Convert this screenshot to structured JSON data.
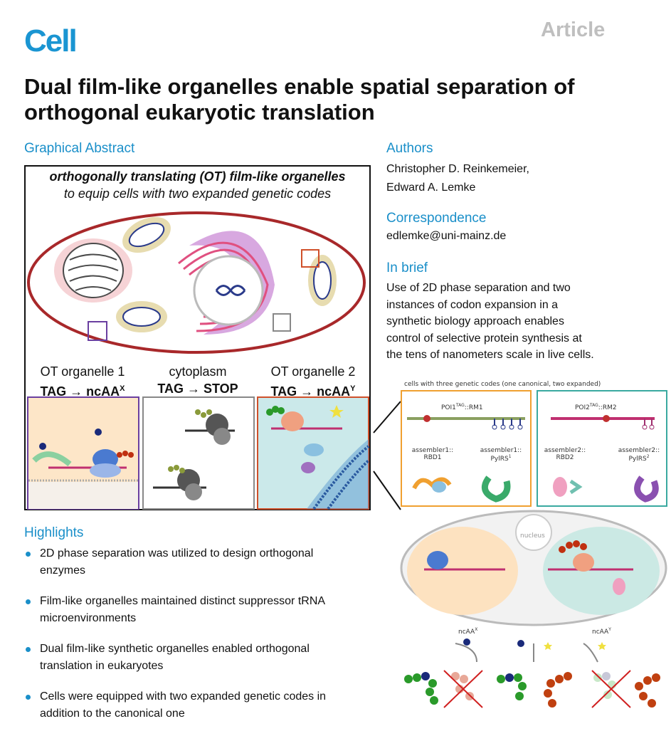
{
  "journal": "Cell",
  "article_type": "Article",
  "title": "Dual film-like organelles enable spatial separation of orthogonal eukaryotic translation",
  "graphical_abstract": {
    "heading": "Graphical Abstract",
    "line1": "orthogonally translating (OT) film-like organelles",
    "line2": "to equip cells with two expanded genetic codes",
    "col1_top": "OT organelle 1",
    "col1_bottom": "TAG → ncAA",
    "col1_sup": "X",
    "col2_top": "cytoplasm",
    "col2_bottom": "TAG → STOP",
    "col3_top": "OT organelle 2",
    "col3_bottom": "TAG → ncAA",
    "col3_sup": "Y"
  },
  "authors": {
    "heading": "Authors",
    "line1": "Christopher D. Reinkemeier,",
    "line2": "Edward A. Lemke"
  },
  "correspondence": {
    "heading": "Correspondence",
    "email": "edlemke@uni-mainz.de"
  },
  "in_brief": {
    "heading": "In brief",
    "lines": [
      "Use of 2D phase separation and two",
      "instances of codon expansion in a",
      "synthetic biology approach enables",
      "control of selective protein synthesis at",
      "the tens of nanometers scale in live cells."
    ]
  },
  "highlights": {
    "heading": "Highlights",
    "items": [
      {
        "l1": "2D phase separation was utilized to design orthogonal",
        "l2": "enzymes"
      },
      {
        "l1": "Film-like organelles maintained distinct suppressor tRNA",
        "l2": "microenvironments"
      },
      {
        "l1": "Dual film-like synthetic organelles enabled orthogonal",
        "l2": "translation in eukaryotes"
      },
      {
        "l1": "Cells were equipped with two expanded genetic codes in",
        "l2": "addition to the canonical one"
      }
    ]
  },
  "figure_right": {
    "caption": "cells with three genetic codes (one canonical, two expanded)",
    "box1_construct": "POI1",
    "box1_construct_sup": "TAG",
    "box1_construct_tail": "::RM1",
    "box1_a_l1": "assembler1::",
    "box1_a_l2": "RBD1",
    "box1_b_l1": "assembler1::",
    "box1_b_l2": "PylRS",
    "box1_b_sup": "1",
    "box2_construct": "POI2",
    "box2_construct_sup": "TAG",
    "box2_construct_tail": "::RM2",
    "box2_a_l1": "assembler2::",
    "box2_a_l2": "RBD2",
    "box2_b_l1": "assembler2::",
    "box2_b_l2": "PylRS",
    "box2_b_sup": "2",
    "nucleus": "nucleus",
    "ncaa_x": "ncAA",
    "ncaa_x_sup": "X",
    "ncaa_y": "ncAA",
    "ncaa_y_sup": "Y"
  },
  "colors": {
    "cell_blue": "#1a95d2",
    "orange_box": "#f0a030",
    "teal_box": "#3aa9a0",
    "purple_box": "#6a3fa0",
    "cell_border": "#a8282a"
  }
}
